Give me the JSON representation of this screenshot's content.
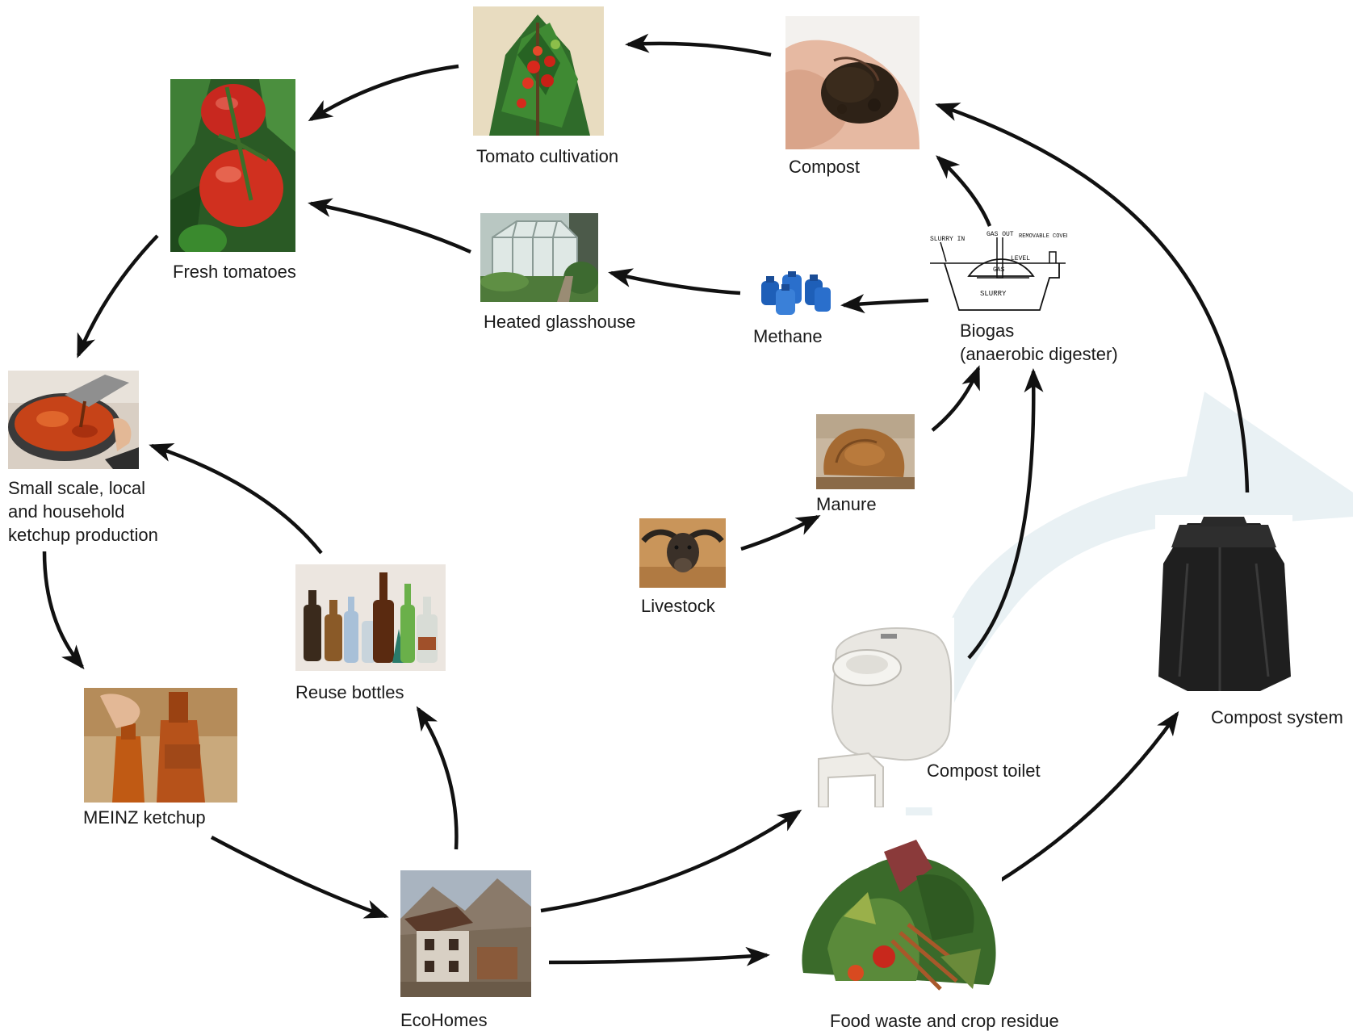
{
  "nodes": {
    "tomato_cultivation": {
      "label": "Tomato cultivation",
      "icon": "tomato-plant-photo"
    },
    "compost": {
      "label": "Compost",
      "icon": "compost-in-hand-photo"
    },
    "fresh_tomatoes": {
      "label": "Fresh tomatoes",
      "icon": "fresh-tomatoes-photo"
    },
    "heated_glasshouse": {
      "label": "Heated glasshouse",
      "icon": "glasshouse-photo"
    },
    "methane": {
      "label": "Methane",
      "icon": "gas-cylinders-photo"
    },
    "biogas": {
      "label": "Biogas\n(anaerobic digester)",
      "icon": "digester-sketch"
    },
    "ketchup_production": {
      "label": "Small scale, local\nand household\nketchup production",
      "icon": "cooking-pot-photo"
    },
    "manure": {
      "label": "Manure",
      "icon": "manure-photo"
    },
    "livestock": {
      "label": "Livestock",
      "icon": "buffalo-photo"
    },
    "reuse_bottles": {
      "label": "Reuse bottles",
      "icon": "bottles-photo"
    },
    "compost_toilet": {
      "label": "Compost toilet",
      "icon": "compost-toilet-photo"
    },
    "compost_system": {
      "label": "Compost system",
      "icon": "compost-bin-photo"
    },
    "meinz_ketchup": {
      "label": "MEINZ ketchup",
      "icon": "ketchup-bottles-photo"
    },
    "ecohomes": {
      "label": "EcoHomes",
      "icon": "house-photo"
    },
    "food_waste": {
      "label": "Food waste and crop residue",
      "icon": "food-waste-photo"
    }
  },
  "sketch_text": {
    "slurry_in": "SLURRY IN",
    "gas_out": "GAS OUT",
    "removable_covers": "REMOVABLE COVERS",
    "level": "LEVEL",
    "gas": "GAS",
    "slurry": "SLURRY"
  },
  "colors": {
    "arrow": "#111111",
    "background_arrow": "#e6eff3",
    "label": "#1a1a1a"
  },
  "flows": [
    {
      "from": "compost",
      "to": "tomato_cultivation"
    },
    {
      "from": "tomato_cultivation",
      "to": "fresh_tomatoes"
    },
    {
      "from": "heated_glasshouse",
      "to": "fresh_tomatoes"
    },
    {
      "from": "methane",
      "to": "heated_glasshouse"
    },
    {
      "from": "biogas",
      "to": "methane"
    },
    {
      "from": "biogas",
      "to": "compost"
    },
    {
      "from": "compost_system",
      "to": "compost"
    },
    {
      "from": "fresh_tomatoes",
      "to": "ketchup_production"
    },
    {
      "from": "ketchup_production",
      "to": "meinz_ketchup"
    },
    {
      "from": "meinz_ketchup",
      "to": "ecohomes"
    },
    {
      "from": "ecohomes",
      "to": "reuse_bottles"
    },
    {
      "from": "reuse_bottles",
      "to": "ketchup_production"
    },
    {
      "from": "ecohomes",
      "to": "compost_toilet"
    },
    {
      "from": "ecohomes",
      "to": "food_waste"
    },
    {
      "from": "food_waste",
      "to": "compost_system"
    },
    {
      "from": "compost_toilet",
      "to": "biogas"
    },
    {
      "from": "manure",
      "to": "biogas"
    },
    {
      "from": "livestock",
      "to": "manure"
    }
  ]
}
